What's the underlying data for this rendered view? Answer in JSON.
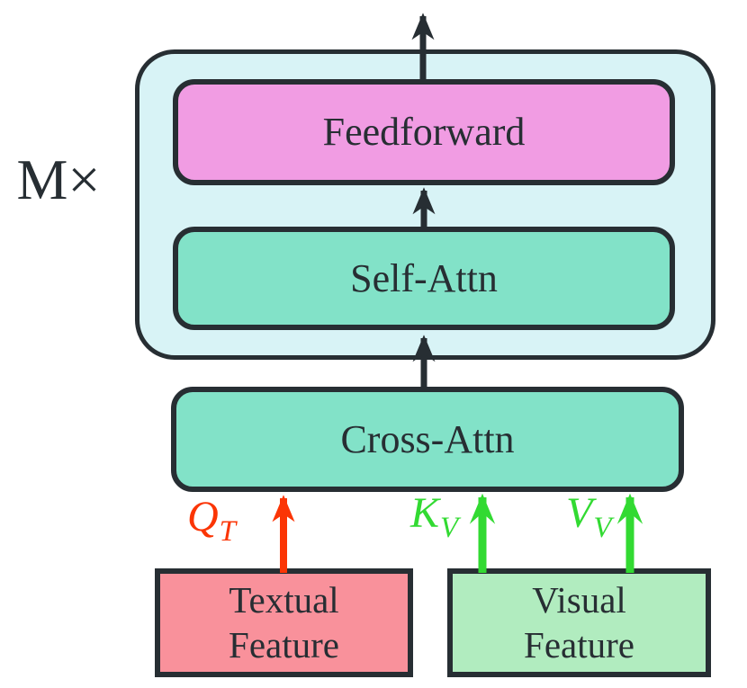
{
  "diagram": {
    "repeat_label": "M×",
    "blocks": {
      "feedforward": {
        "label": "Feedforward",
        "fill": "#f19ce3"
      },
      "self_attn": {
        "label": "Self-Attn",
        "fill": "#82e2c8"
      },
      "cross_attn": {
        "label": "Cross-Attn",
        "fill": "#82e2c8"
      },
      "textual_feature": {
        "line1": "Textual",
        "line2": "Feature",
        "fill": "#f9919b"
      },
      "visual_feature": {
        "line1": "Visual",
        "line2": "Feature",
        "fill": "#b1ecbf"
      }
    },
    "arrow_labels": {
      "q": {
        "base": "Q",
        "sub": "T",
        "color": "#fb3505"
      },
      "k": {
        "base": "K",
        "sub": "V",
        "color": "#32da32"
      },
      "v": {
        "base": "V",
        "sub": "V",
        "color": "#32da32"
      }
    },
    "colors": {
      "background": "#ffffff",
      "outline": "#272e33",
      "container_fill": "#d8f3f6",
      "red_arrow": "#fb3505",
      "green_arrow": "#32da32"
    }
  }
}
